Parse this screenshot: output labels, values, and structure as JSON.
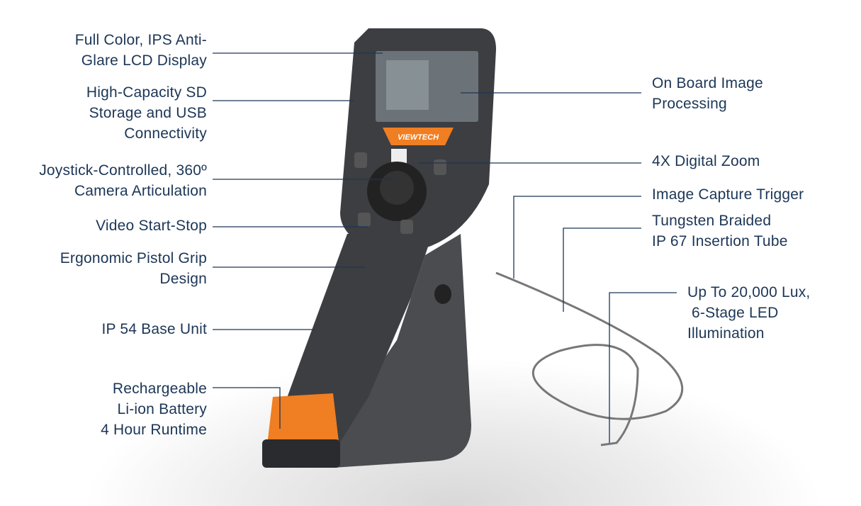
{
  "brand_logo": "VIEWTECH",
  "colors": {
    "label": "#1c3656",
    "body": "#3c3e42",
    "accent": "#f07e22"
  },
  "callouts_left": [
    {
      "lines": [
        "Full Color, IPS Anti-",
        "Glare LCD Display"
      ]
    },
    {
      "lines": [
        "High-Capacity SD",
        "Storage and USB",
        "Connectivity"
      ]
    },
    {
      "lines": [
        "Joystick-Controlled, 360º",
        "Camera Articulation"
      ]
    },
    {
      "lines": [
        "Video Start-Stop"
      ]
    },
    {
      "lines": [
        "Ergonomic Pistol Grip",
        "Design"
      ]
    },
    {
      "lines": [
        "IP 54 Base Unit"
      ]
    },
    {
      "lines": [
        "Rechargeable",
        "Li-ion Battery",
        "4 Hour Runtime"
      ]
    }
  ],
  "callouts_right": [
    {
      "lines": [
        "On Board Image",
        "Processing"
      ]
    },
    {
      "lines": [
        "4X Digital Zoom"
      ]
    },
    {
      "lines": [
        "Image Capture Trigger"
      ]
    },
    {
      "lines": [
        "Tungsten Braided",
        "IP 67 Insertion Tube"
      ]
    },
    {
      "lines": [
        "Up To 20,000 Lux,",
        " 6-Stage LED",
        "Illumination"
      ]
    }
  ]
}
